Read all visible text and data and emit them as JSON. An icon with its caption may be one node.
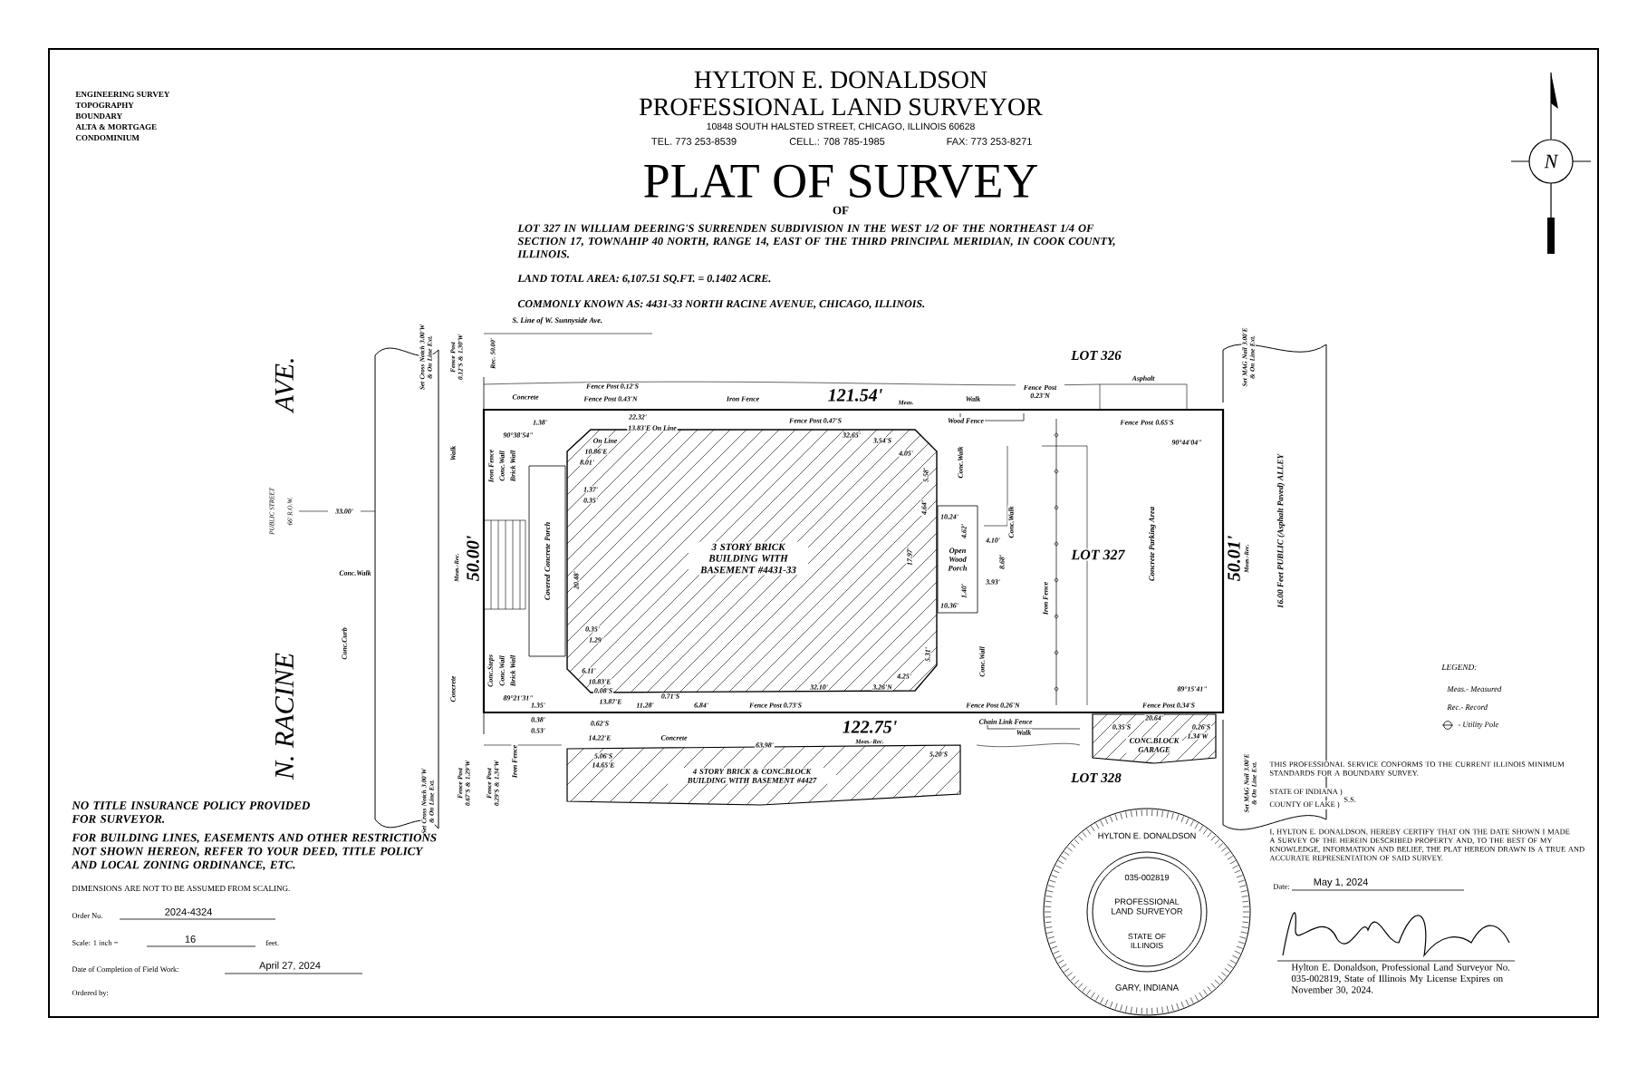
{
  "diagram": {
    "title": "PLAT OF SURVEY",
    "nodes": [
      {
        "text": [
          "LOT 327"
        ]
      },
      {
        "text": [
          "3 STORY BRICK BUILDING WITH BASEMENT #4431-33"
        ],
        "in": 0
      },
      {
        "text": [
          "Covered Concrete Porch"
        ],
        "in": 0
      },
      {
        "text": [
          "Open Wood Porch"
        ],
        "in": 0
      },
      {
        "text": [
          "CONC.BLOCK GARAGE"
        ]
      },
      {
        "text": [
          "4 STORY BRICK & CONC.BLOCK BUILDING WITH BASEMENT #4427"
        ]
      },
      {
        "text": [
          "HYLTON E. DONALDSON",
          "035-002819",
          "PROFESSIONAL LAND SURVEYOR",
          "STATE OF ILLINOIS",
          "GARY, INDIANA"
        ]
      }
    ],
    "labels": [
      "ENGINEERING SURVEY",
      "TOPOGRAPHY",
      "BOUNDARY",
      "ALTA & MORTGAGE",
      "CONDOMINIUM",
      "HYLTON E. DONALDSON",
      "PROFESSIONAL LAND SURVEYOR",
      "10848 SOUTH HALSTED STREET, CHICAGO, ILLINOIS 60628",
      "TEL. 773 253-8539",
      "CELL.: 708 785-1985",
      "FAX: 773 253-8271",
      "OF",
      "LOT 327 IN WILLIAM DEERING'S SURRENDEN SUBDIVISION IN THE WEST 1/2 OF THE NORTHEAST 1/4 OF SECTION 17, TOWNAHIP 40 NORTH, RANGE 14, EAST OF THE THIRD PRINCIPAL MERIDIAN, IN COOK COUNTY, ILLINOIS.",
      "LAND TOTAL AREA: 6,107.51 SQ.FT. = 0.1402 ACRE.",
      "COMMONLY KNOWN AS: 4431-33 NORTH RACINE AVENUE, CHICAGO, ILLINOIS.",
      "N",
      "N. RACINE",
      "AVE.",
      "PUBLIC STREET",
      "66' R.O.W.",
      "33.00'",
      "Conc.Walk",
      "Conc.Curb",
      "S. Line of W. Sunnyside Ave.",
      "Set Cross Notch 3.00'W & On Line Ext.",
      "Fence Post 0.12'S & 1.30'W",
      "Rec. 50.00'",
      "Walk",
      "Concrete",
      "Fence Post 0.12'S",
      "Fence Post 0.43'N",
      "Iron Fence",
      "121.54'",
      "Meas.",
      "Walk",
      "Fence Post 0.23'N",
      "Asphalt",
      "LOT 326",
      "Set MAG Nail 3.00'E & On Line Ext.",
      "Fence Post 0.65'S",
      "90°44'04\"",
      "1.38'",
      "22.32'",
      "13.83'E On Line",
      "90°38'54\"",
      "On Line",
      "10.86'E",
      "8.01'",
      "Iron Fence",
      "Conc.Wall",
      "Brick Wall",
      "1.37'",
      "0.35'",
      "Fence Post 0.47'S",
      "Wood Fence",
      "32.65'",
      "3.54'S",
      "4.05'",
      "5.58'",
      "4.64'",
      "Conc.Walk",
      "Conc.Walk",
      "Meas.-Rec.",
      "50.00'",
      "20.48'",
      "17.97'",
      "10.24'",
      "4.62'",
      "4.10'",
      "8.68'",
      "3.93'",
      "1.40'",
      "10.36'",
      "Concrete Parking Area",
      "Iron Fence",
      "50.01'",
      "Meas.-Rec.",
      "16.00 Feet PUBLIC (Asphalt Paved) ALLEY",
      "Concrete",
      "0.35'",
      "1.29'",
      "Conc.Steps",
      "Conc.Wall",
      "Brick Wall",
      "6.11'",
      "10.83'E",
      "0.08'S",
      "89°21'31\"",
      "1.35'",
      "13.87'E",
      "11.28'",
      "0.71'S",
      "6.84'",
      "Fence Post 0.73'S",
      "32.10'",
      "3.26'N",
      "4.25'",
      "5.31'",
      "Conc.Wall",
      "Fence Post 0.26'N",
      "Fence Post 0.34'S",
      "89°15'41\"",
      "0.38'",
      "0.53'",
      "0.62'S",
      "122.75'",
      "Meas.-Rec.",
      "Chain Link Fence",
      "Walk",
      "14.22'E",
      "Concrete",
      "20.64'",
      "0.35'S",
      "0.26'S",
      "1.34'W",
      "5.06'S",
      "14.65'E",
      "63.98'",
      "5.20'S",
      "LOT 328",
      "Set Cross Notch 3.00'W & On Line Ext.",
      "Fence Post 0.67'S & 1.29'W",
      "Fence Post 0.29'S & 1.34'W",
      "Iron Fence",
      "Set MAG Nail 3.00'E & On Line Ext.",
      "NO TITLE INSURANCE POLICY PROVIDED FOR SURVEYOR.",
      "FOR BUILDING LINES, EASEMENTS AND OTHER RESTRICTIONS NOT SHOWN HEREON, REFER TO YOUR DEED, TITLE POLICY AND LOCAL ZONING ORDINANCE, ETC.",
      "DIMENSIONS ARE NOT TO BE ASSUMED FROM SCALING.",
      "Order No.",
      "2024-4324",
      "Scale: 1 inch =",
      "16",
      "feet.",
      "Date of Completion of Field Work:",
      "April 27, 2024",
      "Ordered by:",
      "LEGEND:",
      "Meas.- Measured",
      "Rec.- Record",
      "- Utility Pole",
      "THIS PROFESSIONAL SERVICE CONFORMS TO THE CURRENT ILLINOIS MINIMUM STANDARDS FOR A BOUNDARY SURVEY.",
      "STATE OF INDIANA )",
      "COUNTY OF LAKE )",
      "S.S.",
      "I, HYLTON E. DONALDSON, HEREBY CERTIFY THAT ON THE DATE SHOWN I MADE A SURVEY OF THE HEREIN DESCRIBED PROPERTY AND, TO THE BEST OF MY KNOWLEDGE, INFORMATION AND BELIEF, THE PLAT HEREON DRAWN IS A TRUE AND ACCURATE REPRESENTATION OF SAID SURVEY.",
      "Date:",
      "May 1, 2024",
      "Hylton E. Donaldson, Professional Land Surveyor No. 035-002819, State of Illinois My License Expires on November 30, 2024."
    ]
  }
}
